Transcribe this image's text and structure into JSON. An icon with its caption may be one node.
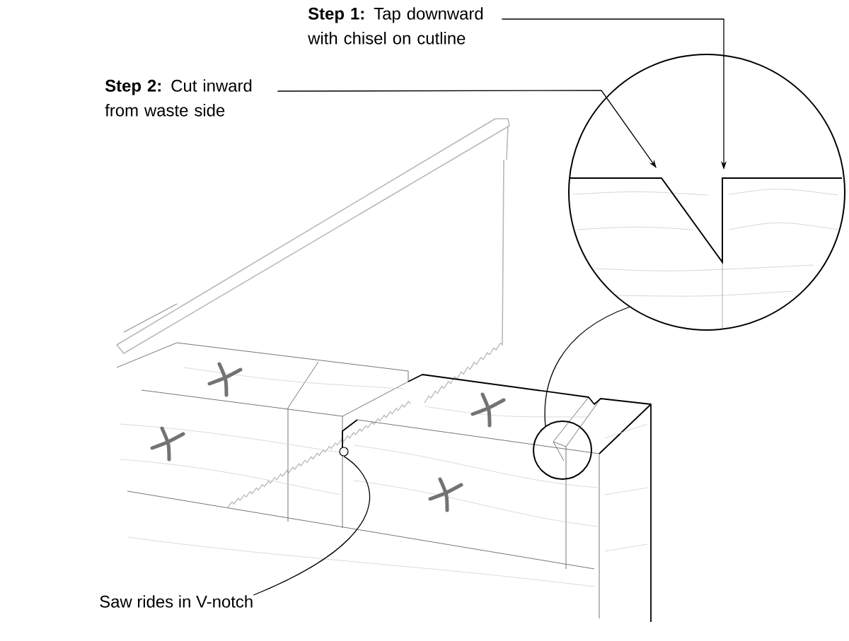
{
  "diagram": {
    "nodes": [
      {
        "text": [
          "**Step 1:** Tap downward with chisel on cutline"
        ]
      },
      {
        "text": [
          "**Step 2:** Cut inward from waste side"
        ]
      },
      {
        "text": [],
        "shape": "circle"
      },
      {
        "text": [],
        "shape": "circle"
      },
      {
        "text": [],
        "shape": "circle"
      },
      {
        "text": [
          "Saw rides in V-notch"
        ]
      }
    ],
    "edges": [
      {
        "from": 0,
        "to": 2,
        "arrow": "to"
      },
      {
        "from": 1,
        "to": 2,
        "arrow": "to"
      },
      {
        "from": 2,
        "to": 3,
        "arrow": "none"
      },
      {
        "from": 5,
        "to": 4,
        "arrow": "none"
      }
    ]
  }
}
